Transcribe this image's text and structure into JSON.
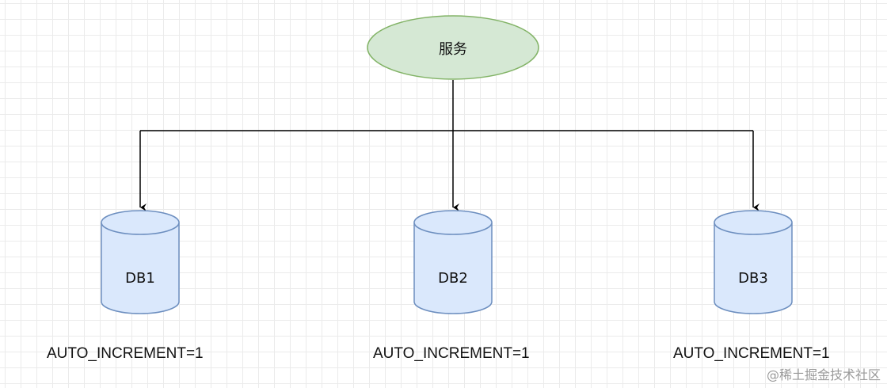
{
  "service": {
    "label": "服务",
    "fill": "#d5e8d4",
    "stroke": "#82b366"
  },
  "databases": [
    {
      "label": "DB1",
      "caption": "AUTO_INCREMENT=1"
    },
    {
      "label": "DB2",
      "caption": "AUTO_INCREMENT=1"
    },
    {
      "label": "DB3",
      "caption": "AUTO_INCREMENT=1"
    }
  ],
  "db_style": {
    "fill": "#dae8fc",
    "stroke": "#6c8ebf"
  },
  "edges": [
    {
      "from": "服务",
      "to": "DB1"
    },
    {
      "from": "服务",
      "to": "DB2"
    },
    {
      "from": "服务",
      "to": "DB3"
    }
  ],
  "watermark": "@稀土掘金技术社区"
}
